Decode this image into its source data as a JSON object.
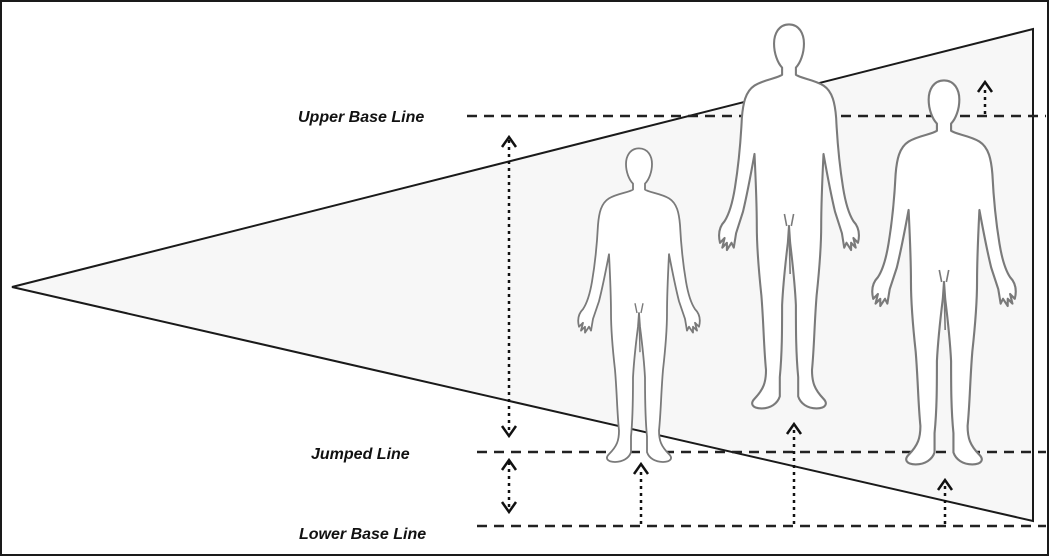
{
  "labels": {
    "upper": "Upper Base Line",
    "jumped": "Jumped Line",
    "lower": "Lower Base Line"
  },
  "colors": {
    "cone_fill": "#f7f7f7",
    "cone_stroke": "#1a1a1a",
    "figure_stroke": "#7a7a7a"
  },
  "icons": [
    "human-figure-icon",
    "double-arrow-icon",
    "up-arrow-icon"
  ]
}
